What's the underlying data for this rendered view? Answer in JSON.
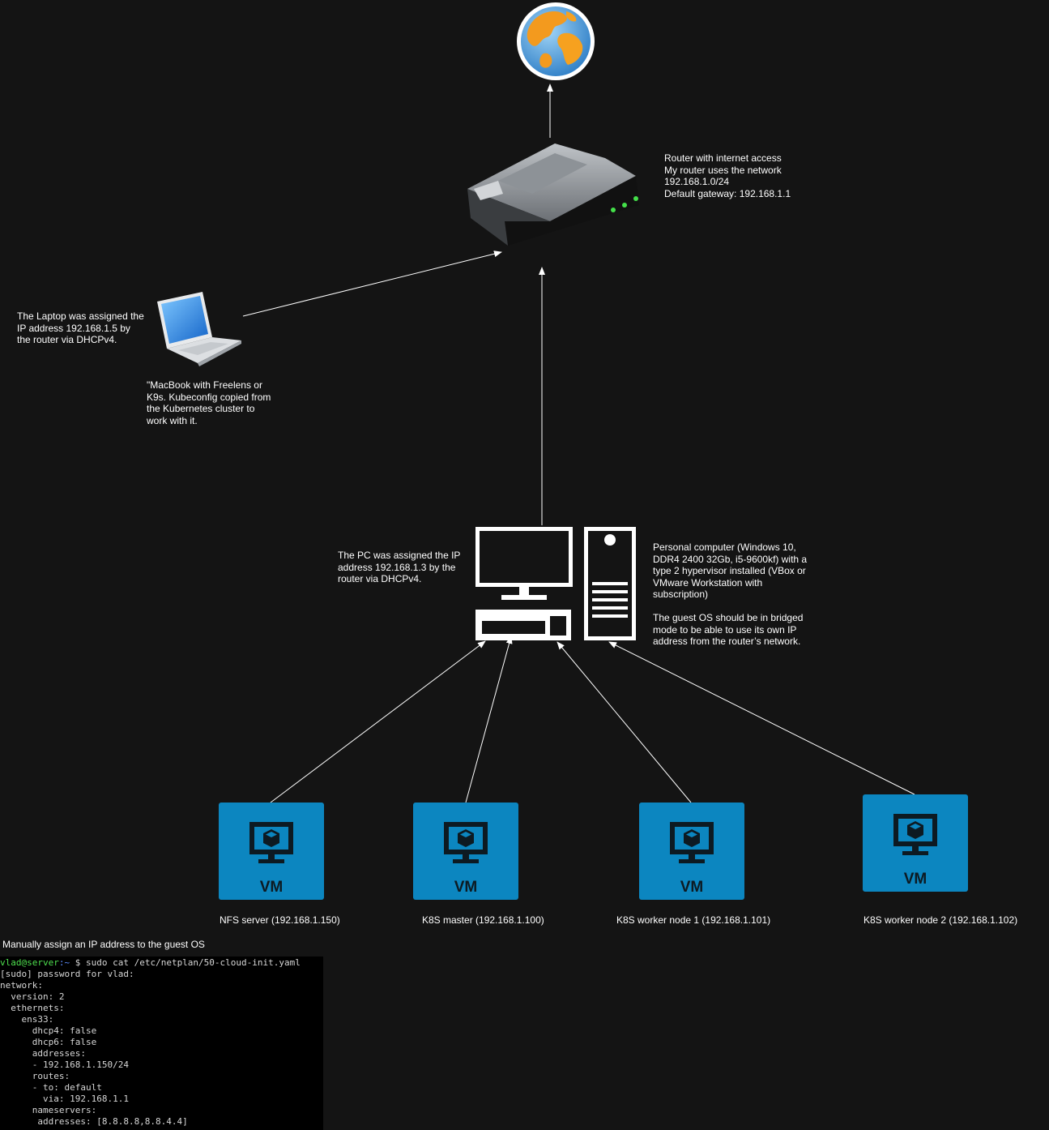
{
  "router": {
    "label": "Router with internet access\nMy router uses the network\n192.168.1.0/24\nDefault gateway: 192.168.1.1"
  },
  "laptop": {
    "ip_label": "The Laptop was assigned the\nIP address 192.168.1.5 by\nthe router via DHCPv4.",
    "desc": "\"MacBook with Freelens or\nK9s. Kubeconfig copied from\nthe Kubernetes cluster to\nwork with it."
  },
  "pc": {
    "ip_label": "The PC was assigned the IP\naddress 192.168.1.3 by the\nrouter via DHCPv4.",
    "desc": "Personal computer (Windows 10,\nDDR4 2400 32Gb, i5-9600kf) with a\ntype 2 hypervisor installed (VBox or\nVMware Workstation with\nsubscription)\n\nThe guest OS should be in bridged\nmode to be able to use its own IP\naddress from the router’s network."
  },
  "vms": [
    {
      "badge": "VM",
      "caption": "NFS server (192.168.1.150)"
    },
    {
      "badge": "VM",
      "caption": "K8S master (192.168.1.100)"
    },
    {
      "badge": "VM",
      "caption": "K8S worker node 1  (192.168.1.101)"
    },
    {
      "badge": "VM",
      "caption": "K8S worker node 2  (192.168.1.102)"
    }
  ],
  "terminal": {
    "heading": "Manually assign an IP address to the guest OS",
    "user": "vlad@server",
    "path": ":~",
    "command": "$ sudo cat /etc/netplan/50-cloud-init.yaml",
    "body": "[sudo] password for vlad:\nnetwork:\n  version: 2\n  ethernets:\n    ens33:\n      dhcp4: false\n      dhcp6: false\n      addresses:\n      - 192.168.1.150/24\n      routes:\n      - to: default\n        via: 192.168.1.1\n      nameservers:\n       addresses: [8.8.8.8,8.8.4.4]"
  },
  "colors": {
    "background": "#141414",
    "vm_tile": "#0c86c0",
    "edge": "#ffffff"
  },
  "icons": [
    "globe-icon",
    "router-icon",
    "laptop-icon",
    "desktop-pc-icon",
    "vm-monitor-icon"
  ]
}
